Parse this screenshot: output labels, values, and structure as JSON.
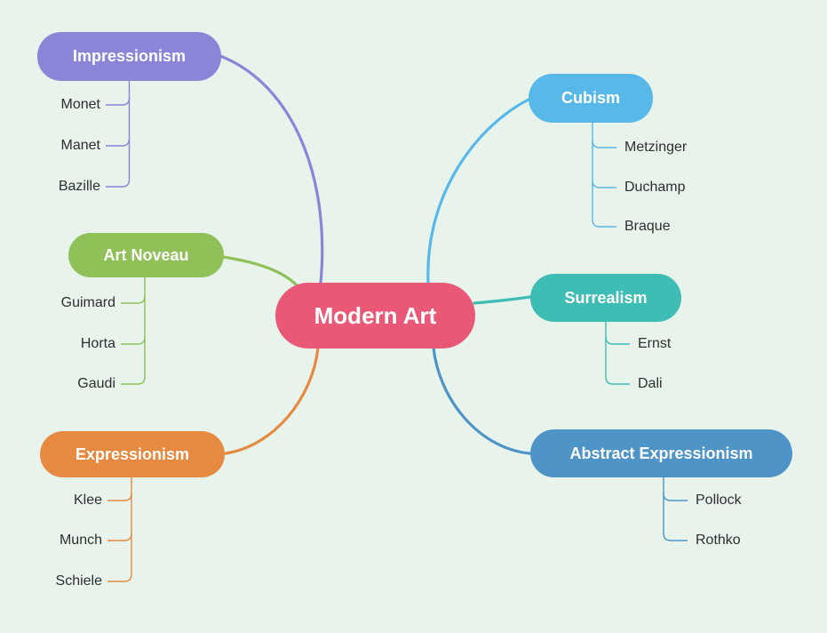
{
  "background_color": "#e8f3eb",
  "center": {
    "label": "Modern Art",
    "color": "#e95977",
    "text_color": "#ffffff"
  },
  "topics": [
    {
      "id": "impressionism",
      "label": "Impressionism",
      "color": "#8b85d7",
      "side": "left",
      "artists": [
        "Monet",
        "Manet",
        "Bazille"
      ]
    },
    {
      "id": "cubism",
      "label": "Cubism",
      "color": "#58b8e8",
      "side": "right",
      "artists": [
        "Metzinger",
        "Duchamp",
        "Braque"
      ]
    },
    {
      "id": "art-noveau",
      "label": "Art Noveau",
      "color": "#8fc158",
      "side": "left",
      "artists": [
        "Guimard",
        "Horta",
        "Gaudi"
      ]
    },
    {
      "id": "surrealism",
      "label": "Surrealism",
      "color": "#3ebdb4",
      "side": "right",
      "artists": [
        "Ernst",
        "Dali"
      ]
    },
    {
      "id": "expressionism",
      "label": "Expressionism",
      "color": "#e58a40",
      "side": "left",
      "artists": [
        "Klee",
        "Munch",
        "Schiele"
      ]
    },
    {
      "id": "abstract-expressionism",
      "label": "Abstract Expressionism",
      "color": "#4f94c6",
      "side": "right",
      "artists": [
        "Pollock",
        "Rothko"
      ]
    }
  ]
}
